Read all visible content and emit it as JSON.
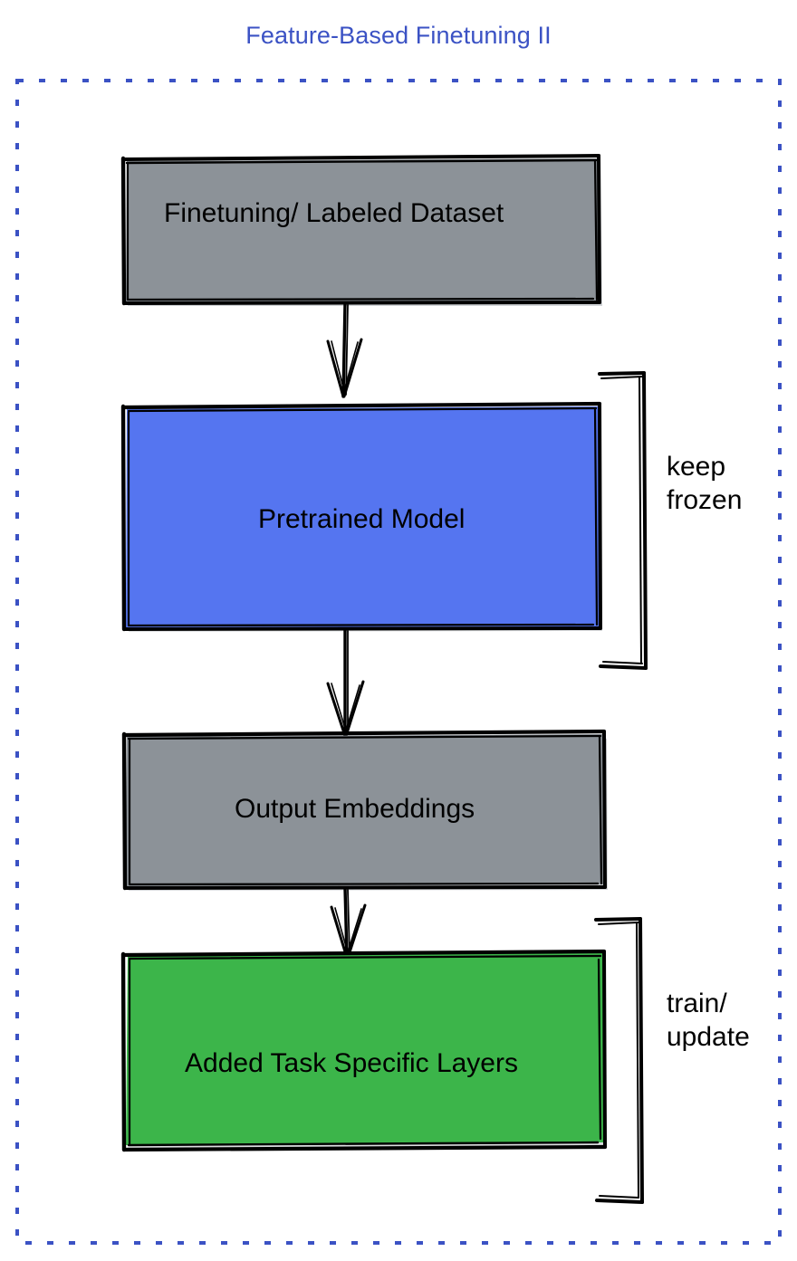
{
  "diagram": {
    "title": "Feature-Based Finetuning II",
    "title_color": "#3b52c4",
    "frame": {
      "style": "dashed",
      "color": "#3b52c4"
    },
    "nodes": [
      {
        "id": "dataset",
        "label": "Finetuning/ Labeled Dataset",
        "fill": "#8c9298",
        "stroke": "#000000",
        "text_color": "#000000"
      },
      {
        "id": "pretrained-model",
        "label": "Pretrained Model",
        "fill": "#5575f0",
        "stroke": "#000000",
        "text_color": "#000000"
      },
      {
        "id": "output-embeddings",
        "label": "Output Embeddings",
        "fill": "#8c9298",
        "stroke": "#000000",
        "text_color": "#000000"
      },
      {
        "id": "task-layers",
        "label": "Added Task Specific Layers",
        "fill": "#3cb54a",
        "stroke": "#000000",
        "text_color": "#000000"
      }
    ],
    "edges": [
      {
        "id": "dataset-to-model",
        "from": "dataset",
        "to": "pretrained-model",
        "arrow": "down"
      },
      {
        "id": "model-to-embeddings",
        "from": "pretrained-model",
        "to": "output-embeddings",
        "arrow": "down"
      },
      {
        "id": "embeddings-to-layers",
        "from": "output-embeddings",
        "to": "task-layers",
        "arrow": "down"
      }
    ],
    "annotations": [
      {
        "id": "keep-frozen",
        "label": "keep\nfrozen",
        "target": "pretrained-model",
        "bracket": true
      },
      {
        "id": "train-update",
        "label": "train/\nupdate",
        "target": "task-layers",
        "bracket": true
      }
    ]
  }
}
